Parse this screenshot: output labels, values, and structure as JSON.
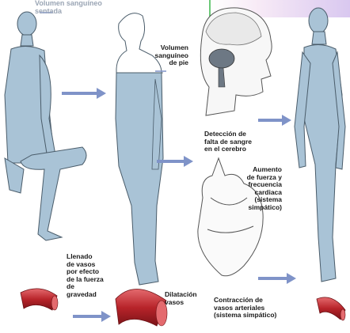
{
  "labels": {
    "sitting_volume": "Volumen sanguíneo\nsentada",
    "standing_volume": "Volumen\nsanguíneo\nde pie",
    "brain_detection": "Detección de\nfalta de sangre\nen el cerebro",
    "heart_response": "Aumento\nde fuerza y\nfrecuencia\ncardiaca\n(sistema\nsimpático)",
    "vessel_filling": "Llenado\nde vasos\npor efecto\nde la fuerza\nde\ngravedad",
    "dilation": "Dilatación\nvasos",
    "contraction": "Contracción de\nvasos arteriales\n(sistema simpático)"
  },
  "colors": {
    "body_fill": "#a9c3d6",
    "body_outline": "#4a5c6a",
    "arrow": "#7f93c8",
    "vessel": "#b8242a",
    "vessel_light": "#e46a6e"
  }
}
